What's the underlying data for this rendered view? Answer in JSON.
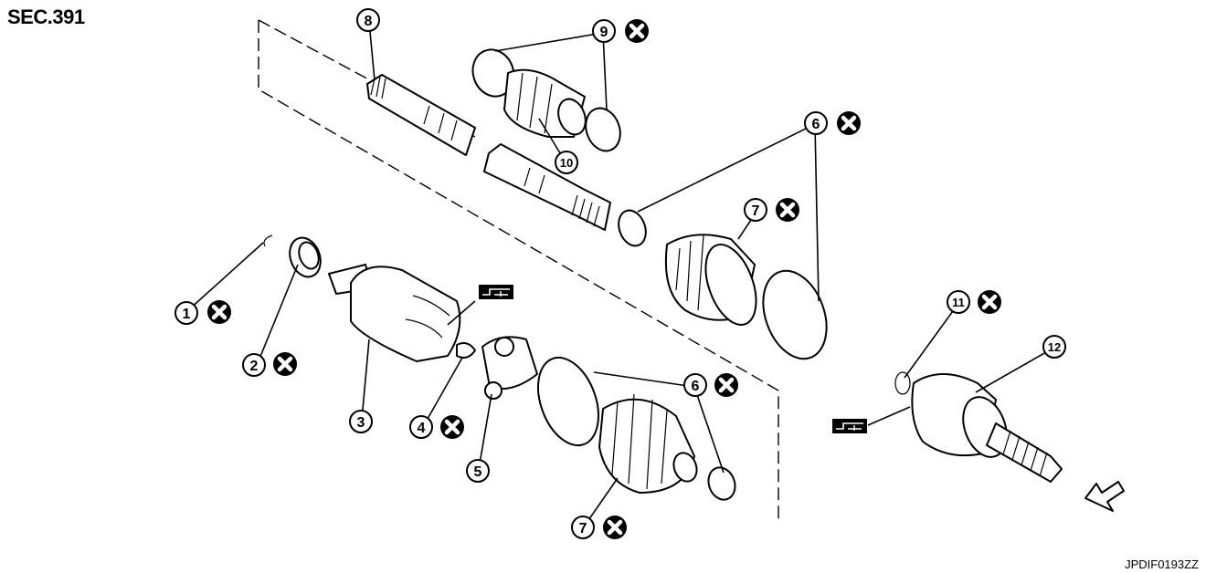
{
  "header": {
    "section": "SEC.391"
  },
  "footer": {
    "figure_code": "JPDIF0193ZZ"
  },
  "callouts": [
    {
      "id": "1",
      "label": "1",
      "replace_marker": true
    },
    {
      "id": "2",
      "label": "2",
      "replace_marker": true
    },
    {
      "id": "3",
      "label": "3",
      "replace_marker": false
    },
    {
      "id": "4",
      "label": "4",
      "replace_marker": true
    },
    {
      "id": "5",
      "label": "5",
      "replace_marker": false
    },
    {
      "id": "6a",
      "label": "6",
      "replace_marker": true
    },
    {
      "id": "6b",
      "label": "6",
      "replace_marker": true
    },
    {
      "id": "7a",
      "label": "7",
      "replace_marker": true
    },
    {
      "id": "7b",
      "label": "7",
      "replace_marker": true
    },
    {
      "id": "8",
      "label": "8",
      "replace_marker": false
    },
    {
      "id": "9",
      "label": "9",
      "replace_marker": true
    },
    {
      "id": "10",
      "label": "10",
      "replace_marker": false
    },
    {
      "id": "11",
      "label": "11",
      "replace_marker": true
    },
    {
      "id": "12",
      "label": "12",
      "replace_marker": false
    }
  ],
  "symbols": {
    "replace": "x-circle-icon",
    "grease": "grease-symbol-icon",
    "direction": "arrow-icon"
  }
}
